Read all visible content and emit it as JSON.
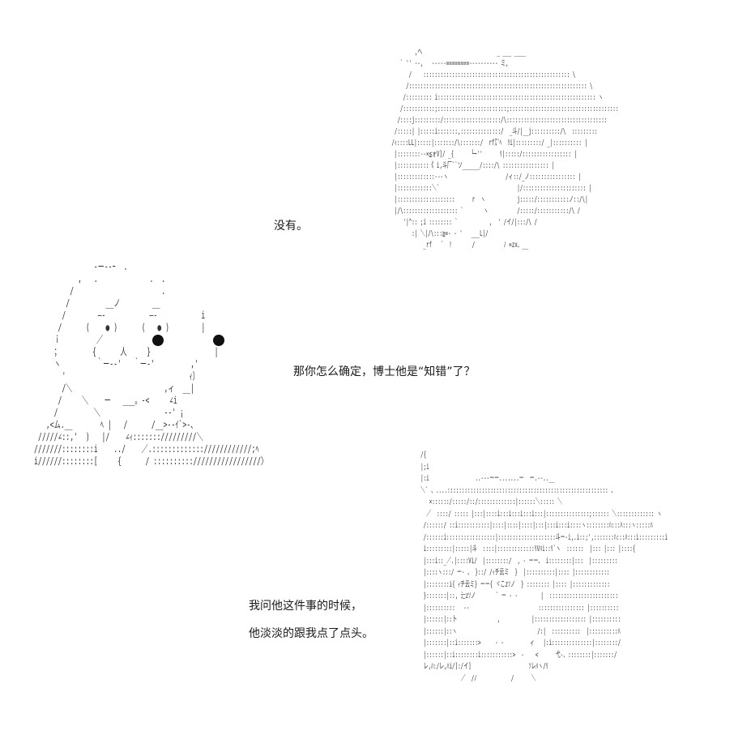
{
  "captions": {
    "line1": "没有。",
    "line2": "那你怎么确定，博士他是“知错”了？",
    "line3": "我问他这件事的时候，",
    "line4": "他淡淡的跟我点了点头。"
  },
  "figures": {
    "top": "                ,ヘ                          _ ___ ____\n           ` '' --,   -----========---------- ミ,     \n              /    ::::::::::::::::::::::::::::::::::::::::::::::::::: \\\n             /:::::::::::::::::::::::::::::::::::::::::::::::::::::::::::::: \\  \n            /::::::::: i::::::::::::::::::::::::::::::::::::::::::::::::::::::: ヽ\n           /:::::::::::;::::::::::::::::::::::::;:::::::::::::::::::::::::::::::::::::: \n          /::::j:::::::::/::::::::::::::::::::/\\:::::::::::::::::::::::::::::::::::\n         /:::::| |:::::i:::::::,::::::::::::::/  _斗/|__j::::::::::/\\  ::::::::: \n        /ｨ::::LL|:::::|:::::::/\\:::::::/  rf㌃ﾍ  ﾘi|:::::::::/ _|:::::::::: |\n         |::::::::--×≦ォV]/ _{      └─''      ﾘ|:::::/::::::::::::::::: |\n         |:::::::::::《 i,斗厂``ソ______/::::/\\ :::::::::::::::: |\n         |:::::::::::::---ヽ                    /ィ::/_ノ:::::::::::::::: |\n         |::::::::::::＼`                           |/:::::::::::::::::::::: |\n         |::::::::::::::::::::      r  ヽ           j:::::/:::::::::::ノ::/\\|\n         |/\\::::::::::::::::::: `       ヽ          /:::::/:::::::::::/\\ /\n            '|^:: ;i :::::::: `           ,  ' /イ/|:::/\\ /\n               :| ＼|/\\:::≧=- ‐ '   ___L|/\n                   _rf   ´  !       /          ﾉ =zx、__",
    "left": "               -ー--ｰ  .\n           ,   .             .  .  \n         /                      .\n        /         __ノ        __\n       /        ―‐           ―‐           i\n      /      (    ● )      (   ● )        |\n     ｉ         ／                            |\n     ；        {      人     }                |\n     ヽ         ｀ー-‐'   ｀ー‐'         ,'\n       '                               ｨ〕\n       /＼                       ,ィ  __|\n      /     ＼    ー   ___。-<     ∠i\n     /         ＼                -‐' ¡\n   ,<ム.__       ﾍ |   /      /__>--ｲ`>-、\n /////∠::,'  )   |/    ∠ｨ::::::://///////＼\n///////::::::::i    ../    ／.:::::::::::::////////////;ﾍ\ni//////::::::::[     {      / :::::::::://///////////////〉",
    "bottom": "  /{\n  |;i\n  |:i                ..-‐‐ーー.......ー  ー.-‐..__\n  ＼` 、....:::::::::::::::::::::::::::::::::::::::::::::::::::::::: 、\n     ×::::::/:::::/::/:::::::::::::|::::::＼::::: ＼\n    ／  ::::/ ::::: |:::|::::i:::i:::i:::i:::|:::::::::::::::;:::::: ＼::::::::::::: ヽ\n   /::::::/ ::i:::::::::::|::::|::::|::::|:::|:::i:::i::::ヽ::::::::ﾊ:::ﾊ:::ヽ:::::ﾊ\n   /::::::i:::::::::::::::::|::::::::::::::::::::斗ー‐i,.i::;',:::::::ﾊ:::ﾊ:::i:::::::::i\n   i:::::::::|:::::|斗  ::::|:::::::::::::ﾘVﾊi::ﾘ`ヽ  ::::::  |::: |::: |::::{\n   |:::i::_／.|::::Vi/  |::::::::/  , - ーー、 i::::::::|:::  |:::::::::\n   |::::ヽ:::/ ー‐ 、 }::/ /ｨチ云ミ  }  |::::::::::|:::: |::::::::::::\n   |::::::::i{ ｨチ云ミ} ーー{ ヾこzｿノ  } :::::::: |:::: |:::::::::::::\n   }:::::::|::, 辷zｿノ       ` ー ‐ ‐        |  ::::::::::::::::::::::::\n   |::::::::::   ‐‐                        :::::::::::::::: |::::::::::\n   |::::::|::卜              ,           |:::::::::::::::::: |::::::::::\n   |::::::|::ヽ                            /:|  ::::::::::  |::::::::::ﾊ\n   |:::::::|::i:::::::>     ‐ ‐         ィ   |:i::::::::::::::|::::::::/\n   |::::::|::i::::::::i:::::::::::>  -    <      弋-、::::::::|:::::::/\n   レ,ﾊ:/レ,ﾊi/]:/イ]                    ｿレﾊヽ/ﾘ\n                ／  /ﾉ            /      ＼"
  }
}
